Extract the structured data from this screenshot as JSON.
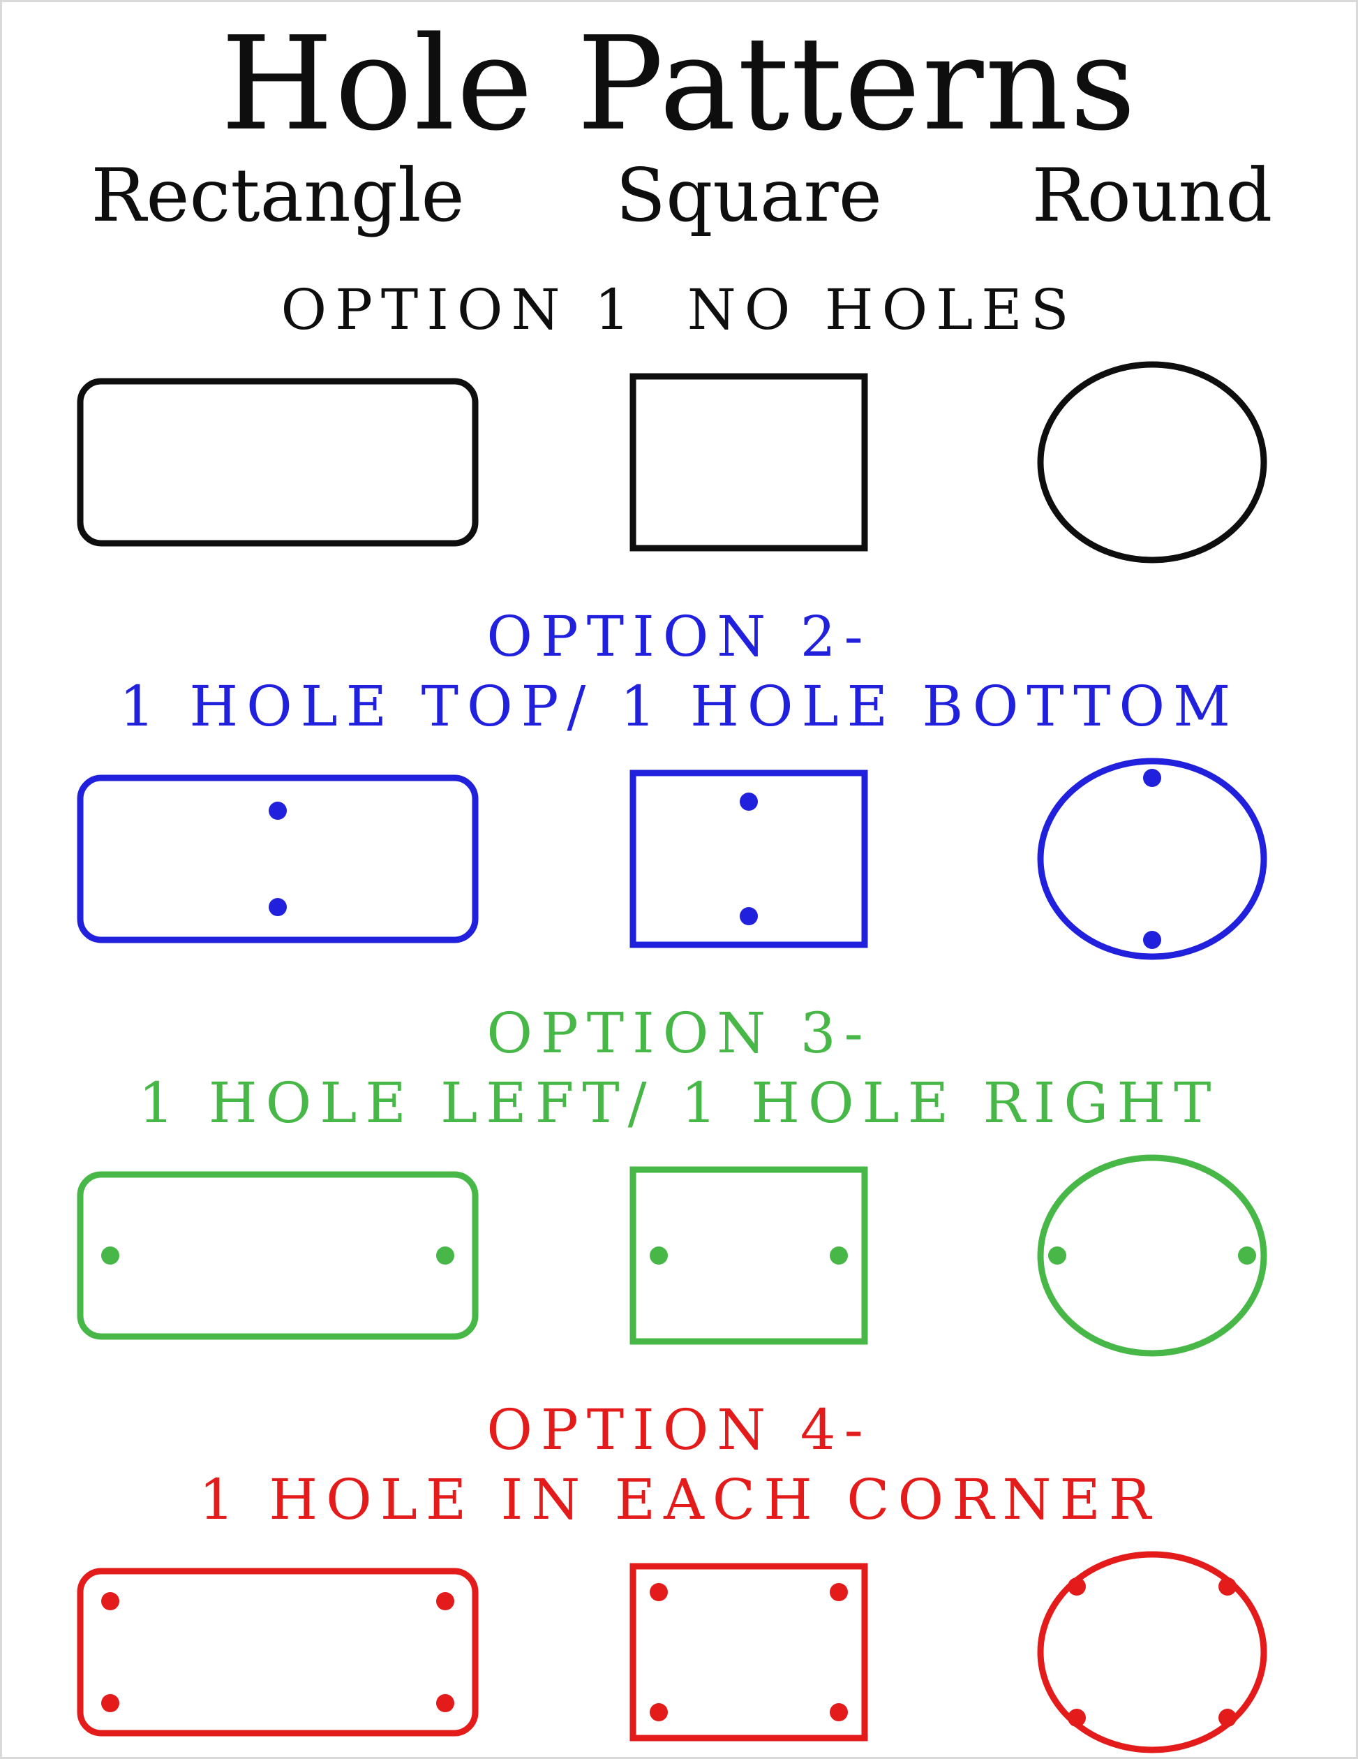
{
  "page": {
    "title": "Hole Patterns"
  },
  "columns": [
    {
      "label": "Rectangle"
    },
    {
      "label": "Square"
    },
    {
      "label": "Round"
    }
  ],
  "sections": [
    {
      "heading": "OPTION 1",
      "subheading": "NO HOLES",
      "hole_pattern": "none",
      "color": "#0e0e0e"
    },
    {
      "heading": "OPTION 2-",
      "subheading": "1 HOLE TOP/ 1 HOLE BOTTOM",
      "hole_pattern": "top-bottom",
      "color": "#2121dd"
    },
    {
      "heading": "OPTION 3-",
      "subheading": "1 HOLE LEFT/ 1 HOLE RIGHT",
      "hole_pattern": "left-right",
      "color": "#47b747"
    },
    {
      "heading": "OPTION 4-",
      "subheading": "1 HOLE IN EACH CORNER",
      "hole_pattern": "corners",
      "color": "#e31b1b"
    }
  ]
}
